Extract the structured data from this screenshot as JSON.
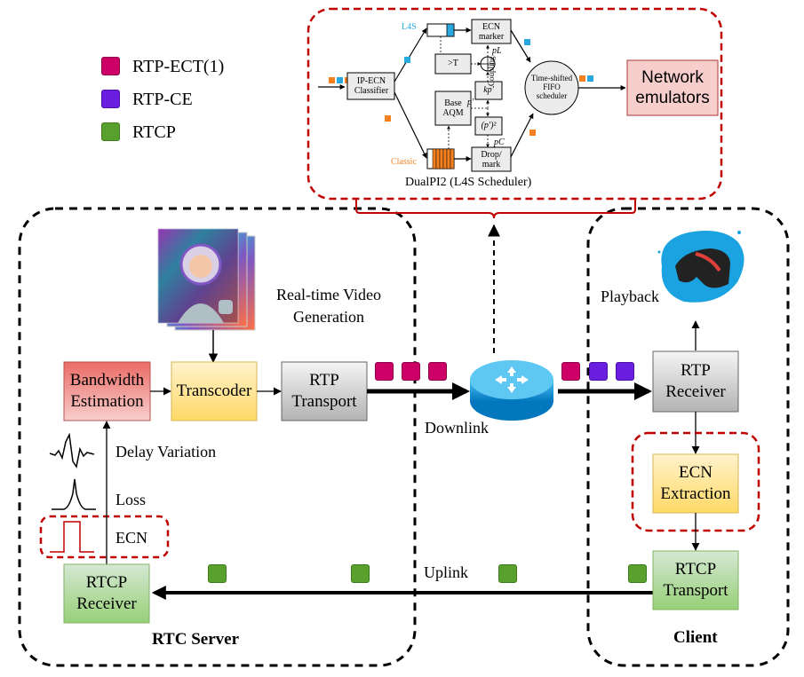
{
  "legend": {
    "items": [
      {
        "label": "RTP-ECT(1)",
        "color": "#cc0066"
      },
      {
        "label": "RTP-CE",
        "color": "#6a1fe0"
      },
      {
        "label": "RTCP",
        "color": "#5aa02c"
      }
    ]
  },
  "scheduler": {
    "caption": "DualPI2 (L4S Scheduler)",
    "l4s_label": "L4S",
    "classic_label": "Classic",
    "ip_ecn_classifier": "IP-ECN Classifier",
    "ecn_marker": "ECN marker",
    "threshold": ">T",
    "base_aqm": "Base AQM",
    "kp": "kp'",
    "p_squared": "(p')²",
    "drop_mark": "Drop/ mark",
    "fifo_scheduler": "Time-shifted FIFO scheduler",
    "coupling": "Coupling",
    "p_prime": "p'",
    "p_l": "pL",
    "p_c": "pC",
    "network_emulators": "Network emulators"
  },
  "server": {
    "title": "RTC Server",
    "video_generation": "Real-time Video Generation",
    "bandwidth_estimation": "Bandwidth Estimation",
    "transcoder": "Transcoder",
    "rtp_transport": "RTP Transport",
    "delay_variation": "Delay Variation",
    "loss": "Loss",
    "ecn": "ECN",
    "rtcp_receiver": "RTCP Receiver"
  },
  "network": {
    "downlink": "Downlink",
    "uplink": "Uplink"
  },
  "client": {
    "title": "Client",
    "playback": "Playback",
    "rtp_receiver": "RTP Receiver",
    "ecn_extraction": "ECN Extraction",
    "rtcp_transport": "RTCP Transport"
  },
  "colors": {
    "pink_box": "#f8cecc",
    "red_box": "#ea6b66",
    "yellow_box": "#ffe599",
    "gray_box": "#e6e6e6",
    "green_box": "#d5e8d4",
    "dashed_red": "#c00000",
    "router_blue": "#29a8e0"
  }
}
